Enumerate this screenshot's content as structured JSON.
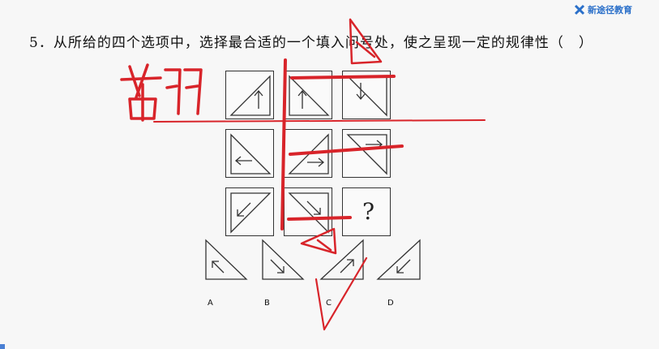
{
  "question": {
    "text": "5．从所给的四个选项中，选择最合适的一个填入问号处，使之呈现一定的规律性（　）"
  },
  "logo": {
    "text": "新途径教育"
  },
  "puzzle": {
    "unknown": "?"
  },
  "options": [
    {
      "label": "A"
    },
    {
      "label": "B"
    },
    {
      "label": "C"
    },
    {
      "label": "D"
    }
  ],
  "annotation": {
    "handwritten": "翻"
  },
  "colors": {
    "ink": "#333333",
    "annotation": "#d8242a",
    "brand": "#2a6fc9"
  }
}
